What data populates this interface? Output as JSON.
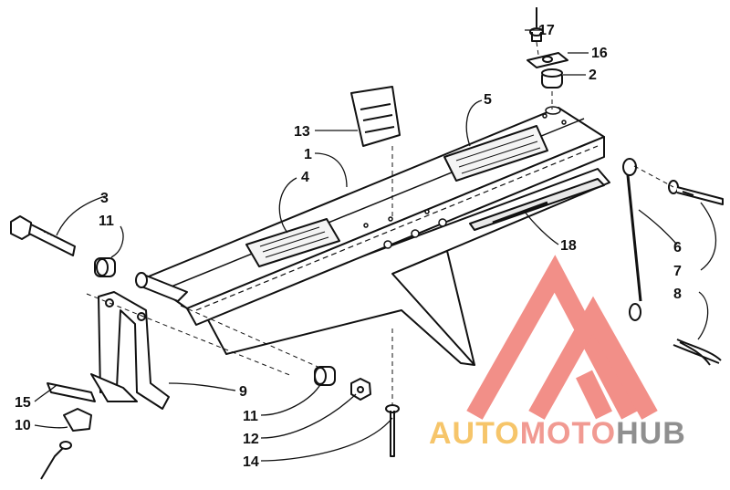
{
  "diagram": {
    "callouts": [
      {
        "id": "17",
        "label": "17"
      },
      {
        "id": "16",
        "label": "16"
      },
      {
        "id": "2",
        "label": "2"
      },
      {
        "id": "5",
        "label": "5"
      },
      {
        "id": "13",
        "label": "13"
      },
      {
        "id": "1",
        "label": "1"
      },
      {
        "id": "4",
        "label": "4"
      },
      {
        "id": "3",
        "label": "3"
      },
      {
        "id": "11a",
        "label": "11"
      },
      {
        "id": "18",
        "label": "18"
      },
      {
        "id": "6",
        "label": "6"
      },
      {
        "id": "7",
        "label": "7"
      },
      {
        "id": "8",
        "label": "8"
      },
      {
        "id": "9",
        "label": "9"
      },
      {
        "id": "15",
        "label": "15"
      },
      {
        "id": "10",
        "label": "10"
      },
      {
        "id": "11b",
        "label": "11"
      },
      {
        "id": "12",
        "label": "12"
      },
      {
        "id": "14",
        "label": "14"
      }
    ]
  },
  "watermark": {
    "part1": "AUTO",
    "part2": "MOTO",
    "part3": "HUB",
    "colors": {
      "auto": "#f6c56a",
      "moto": "#f19a92",
      "hub": "#8f8f8f",
      "triangle": "#f07c74"
    }
  }
}
